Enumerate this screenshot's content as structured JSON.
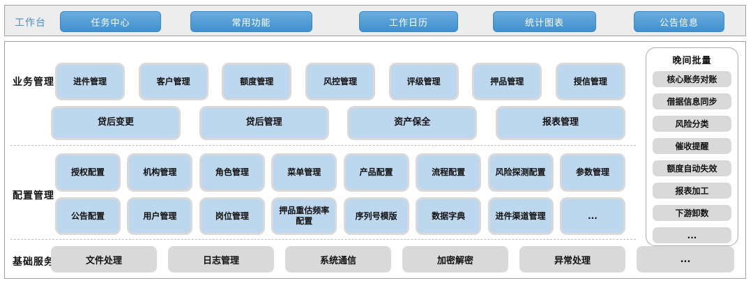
{
  "topbar": {
    "label": "工作台",
    "buttons": [
      "任务中心",
      "常用功能",
      "工作日历",
      "统计图表",
      "公告信息"
    ]
  },
  "main": {
    "sections": [
      {
        "label": "业务管理",
        "row1": [
          "进件管理",
          "客户管理",
          "额度管理",
          "风控管理",
          "评级管理",
          "押品管理",
          "授信管理"
        ],
        "row2": [
          "贷后变更",
          "贷后管理",
          "资产保全",
          "报表管理"
        ]
      },
      {
        "label": "配置管理",
        "row1": [
          "授权配置",
          "机构管理",
          "角色管理",
          "菜单管理",
          "产品配置",
          "流程配置",
          "风险探测配置",
          "参数管理"
        ],
        "row2": [
          "公告配置",
          "用户管理",
          "岗位管理",
          "押品重估频率配置",
          "序列号模版",
          "数据字典",
          "进件渠道管理",
          "..."
        ]
      },
      {
        "label": "基础服务",
        "row1": [
          "文件处理",
          "日志管理",
          "系统通信",
          "加密解密",
          "异常处理",
          "..."
        ]
      }
    ]
  },
  "sidebar": {
    "title": "晚间批量",
    "items": [
      "核心账务对账",
      "借据信息同步",
      "风险分类",
      "催收提醒",
      "额度自动失效",
      "报表加工",
      "下游卸数",
      "..."
    ]
  },
  "colors": {
    "accent_blue": "#4a96d2",
    "tile_blue": "#bdd7ee",
    "tile_gray": "#d9d9d9",
    "bar_gray": "#ededed",
    "border_gray": "#9e9e9e"
  }
}
